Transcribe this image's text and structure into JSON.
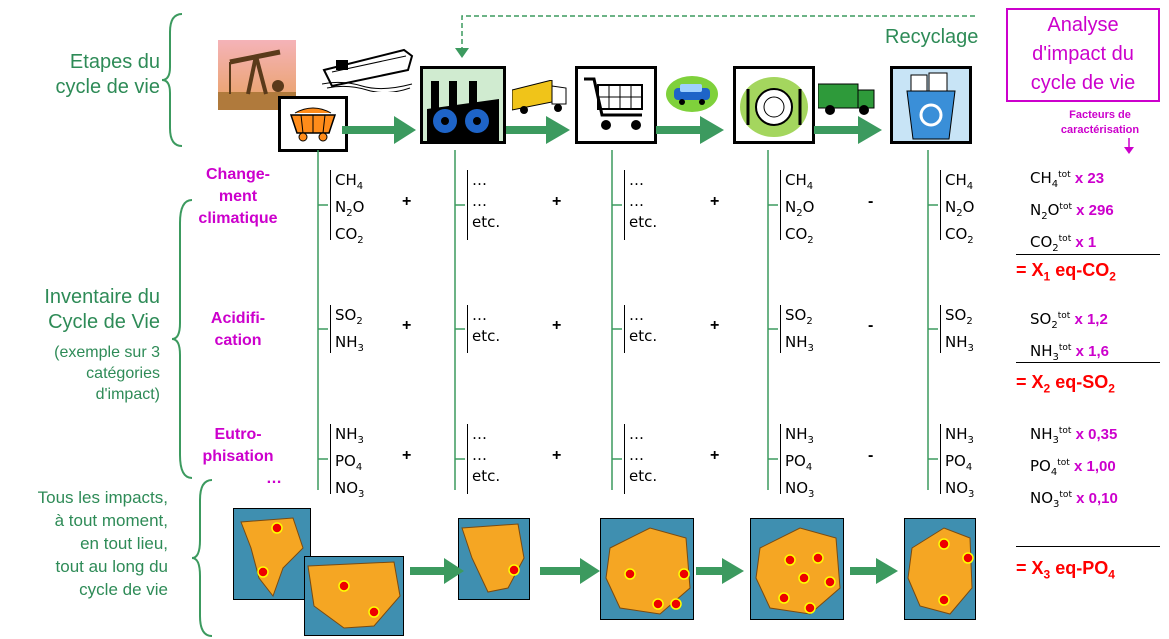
{
  "labels": {
    "lifecycle_stages": "Etapes du\ncycle de vie",
    "inventory": "Inventaire du\nCycle de Vie",
    "inventory_note": "(exemple sur 3\ncatégories\nd'impact)",
    "all_impacts": "Tous les impacts,\nà tout moment,\nen tout lieu,\ntout au long du\ncycle de vie",
    "recycling": "Recyclage",
    "lca_box": "Analyse\nd'impact du\ncycle de vie",
    "char_factors": "Facteurs de\ncaractérisation"
  },
  "categories": [
    {
      "name": "Change-\nment\nclimatique",
      "species": [
        "CH4",
        "N2O",
        "CO2"
      ],
      "factors": [
        {
          "species": "CH4",
          "value": "23"
        },
        {
          "species": "N2O",
          "value": "296"
        },
        {
          "species": "CO2",
          "value": "1"
        }
      ],
      "result": {
        "prefix": "= X",
        "index": "1",
        "unit": " eq-CO",
        "unit_sub": "2"
      }
    },
    {
      "name": "Acidifi-\ncation",
      "species": [
        "SO2",
        "NH3"
      ],
      "factors": [
        {
          "species": "SO2",
          "value": "1,2"
        },
        {
          "species": "NH3",
          "value": "1,6"
        }
      ],
      "result": {
        "prefix": "= X",
        "index": "2",
        "unit": " eq-SO",
        "unit_sub": "2"
      }
    },
    {
      "name": "Eutro-\nphisation",
      "species": [
        "NH3",
        "PO4",
        "NO3"
      ],
      "factors": [
        {
          "species": "NH3",
          "value": "0,35"
        },
        {
          "species": "PO4",
          "value": "1,00"
        },
        {
          "species": "NO3",
          "value": "0,10"
        }
      ],
      "result": {
        "prefix": "= X",
        "index": "3",
        "unit": " eq-PO",
        "unit_sub": "4"
      }
    }
  ],
  "extra_category": "…",
  "placeholders": {
    "dots": "…",
    "etc": "etc."
  },
  "operators": [
    "+",
    "+",
    "+",
    "-"
  ],
  "factor_mult": "x",
  "factor_sup": "tot",
  "colors": {
    "green": "#2e8b57",
    "magenta": "#cc00cc",
    "red": "#ff0000",
    "arrow": "#3c9a5f",
    "map_sea": "#3f8fb0",
    "map_land": "#f5a623"
  },
  "icons": [
    "oil-pump-icon",
    "tanker-ship-icon",
    "mine-cart-icon",
    "factory-icon",
    "truck-icon",
    "shopping-cart-icon",
    "car-icon",
    "plate-icon",
    "garbage-truck-icon",
    "recycle-bin-icon"
  ]
}
